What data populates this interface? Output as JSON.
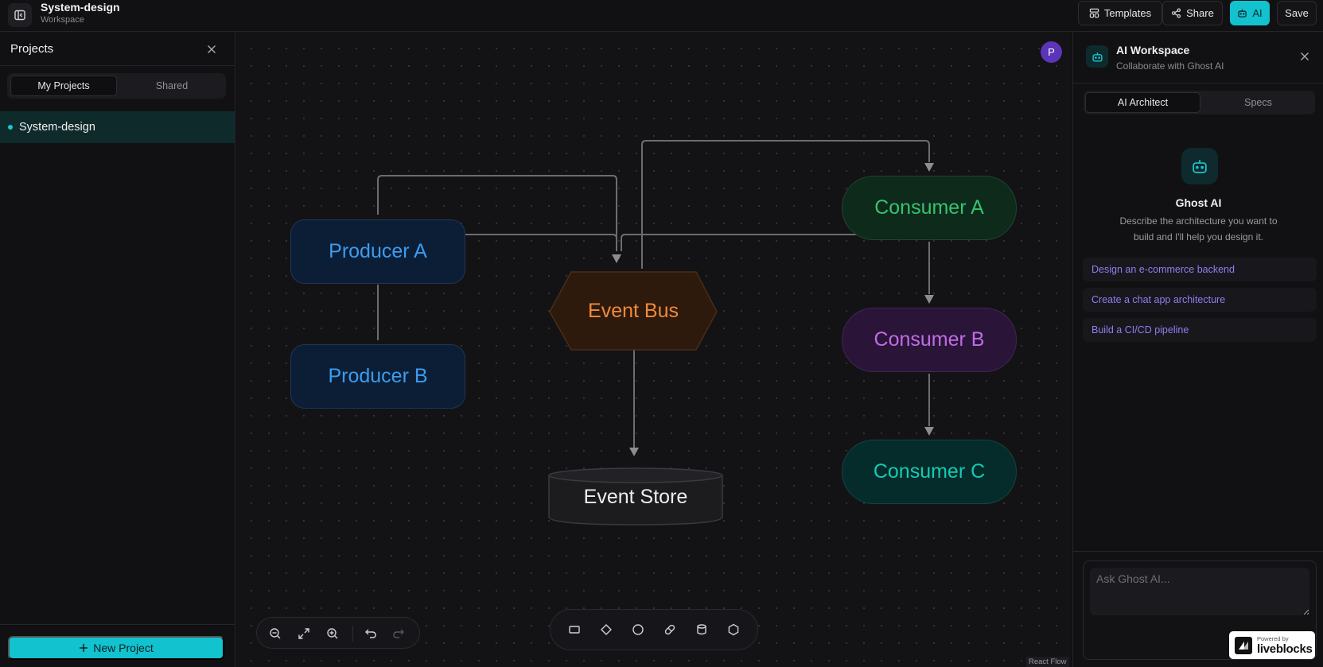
{
  "header": {
    "title": "System-design",
    "subtitle": "Workspace",
    "buttons": {
      "templates": "Templates",
      "share": "Share",
      "ai": "AI",
      "save": "Save"
    }
  },
  "left_panel": {
    "title": "Projects",
    "tabs": {
      "mine": "My Projects",
      "shared": "Shared"
    },
    "projects": [
      {
        "name": "System-design"
      }
    ],
    "new_project": "New Project"
  },
  "canvas": {
    "avatar_initial": "P",
    "nodes": {
      "producer_a": "Producer A",
      "producer_b": "Producer B",
      "event_bus": "Event Bus",
      "event_store": "Event Store",
      "consumer_a": "Consumer A",
      "consumer_b": "Consumer B",
      "consumer_c": "Consumer C"
    },
    "attribution": "React Flow"
  },
  "right_panel": {
    "title": "AI Workspace",
    "subtitle": "Collaborate with Ghost AI",
    "tabs": {
      "architect": "AI Architect",
      "specs": "Specs"
    },
    "ghost_name": "Ghost AI",
    "ghost_desc": "Describe the architecture you want to build and I'll help you design it.",
    "suggestions": [
      "Design an e-commerce backend",
      "Create a chat app architecture",
      "Build a CI/CD pipeline"
    ],
    "chat_placeholder": "Ask Ghost AI...",
    "powered_by": "Powered by",
    "brand": "liveblocks"
  },
  "colors": {
    "accent": "#12c2cf",
    "producer": "#3b9cf0",
    "event_bus": "#f08a3c",
    "consumer_a": "#37c271",
    "consumer_b": "#c06ce6",
    "consumer_c": "#13cbb5",
    "suggestion_text": "#8c7ef2"
  }
}
